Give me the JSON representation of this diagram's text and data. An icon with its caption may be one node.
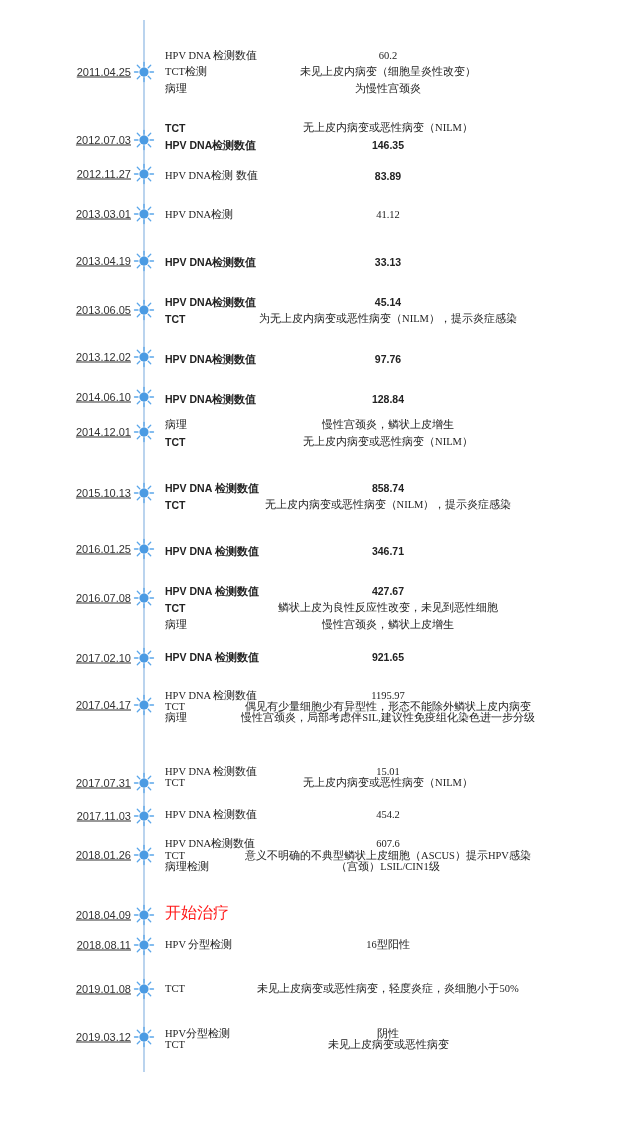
{
  "diagram": {
    "labels": [
      "2011.04.25",
      "HPV DNA 检测数值",
      "60.2",
      "TCT检测",
      "未见上皮内病变（细胞呈炎性改变）",
      "病理",
      "为慢性宫颈炎",
      "2012.07.03",
      "TCT",
      "无上皮内病变或恶性病变（NILM）",
      "HPV DNA检测数值",
      "146.35",
      "2012.11.27",
      "HPV DNA检测 数值",
      "83.89",
      "2013.03.01",
      "HPV DNA检测",
      "41.12",
      "2013.04.19",
      "HPV DNA检测数值",
      "33.13",
      "2013.06.05",
      "HPV DNA检测数值",
      "45.14",
      "TCT",
      "为无上皮内病变或恶性病变（NILM），提示炎症感染",
      "2013.12.02",
      "HPV DNA检测数值",
      "97.76",
      "2014.06.10",
      "HPV DNA检测数值",
      "128.84",
      "2014.12.01",
      "病理",
      "慢性宫颈炎，鳞状上皮增生",
      "TCT",
      "无上皮内病变或恶性病变（NILM）",
      "2015.10.13",
      "HPV DNA 检测数值",
      "858.74",
      "TCT",
      "无上皮内病变或恶性病变（NILM），提示炎症感染",
      "2016.01.25",
      "HPV DNA 检测数值",
      "346.71",
      "2016.07.08",
      "HPV DNA 检测数值",
      "427.67",
      "TCT",
      "鳞状上皮为良性反应性改变，未见到恶性细胞",
      "病理",
      "慢性宫颈炎，鳞状上皮增生",
      "2017.02.10",
      "HPV DNA 检测数值",
      "921.65",
      "2017.04.17",
      "HPV DNA 检测数值",
      "1195.97",
      "TCT",
      "偶见有少量细胞少有异型性，形态不能除外鳞状上皮内病变",
      "病理",
      "慢性宫颈炎，局部考虑伴SIL,建议性免疫组化染色进一步分级",
      "2017.07.31",
      "HPV DNA 检测数值",
      "15.01",
      "TCT",
      "无上皮内病变或恶性病变（NILM）",
      "2017.11.03",
      "HPV DNA 检测数值",
      "454.2",
      "2018.01.26",
      "HPV DNA检测数值",
      "607.6",
      "TCT",
      "意义不明确的不典型鳞状上皮细胞（ASCUS）提示HPV感染",
      "病理检测",
      "（宫颈）LSIL/CIN1级",
      "2018.04.09",
      "开始治疗",
      "2018.08.11",
      "HPV 分型检测",
      "16型阳性",
      "2019.01.08",
      "TCT",
      "未见上皮病变或恶性病变，轻度炎症，炎细胞小于50%",
      "2019.03.12",
      "HPV分型检测",
      "阴性",
      "TCT",
      "未见上皮病变或恶性病变"
    ]
  }
}
